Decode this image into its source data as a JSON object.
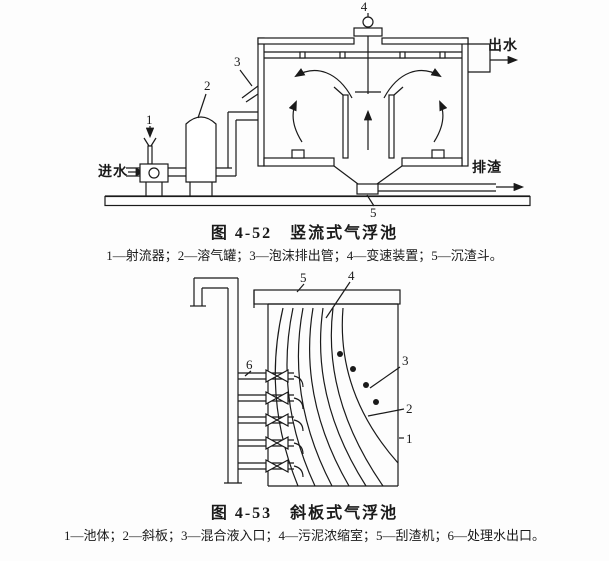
{
  "figure_452": {
    "caption": "图 4-52　竖流式气浮池",
    "legend": "1—射流器；2—溶气罐；3—泡沫排出管；4—变速装置；5—沉渣斗。",
    "labels": {
      "inlet": "进水",
      "outlet": "出水",
      "sludge_out": "排渣",
      "n1": "1",
      "n2": "2",
      "n3": "3",
      "n4": "4",
      "n5": "5"
    }
  },
  "figure_453": {
    "caption": "图 4-53　斜板式气浮池",
    "legend": "1—池体；2—斜板；3—混合液入口；4—污泥浓缩室；5—刮渣机；6—处理水出口。",
    "labels": {
      "n1": "1",
      "n2": "2",
      "n3": "3",
      "n4": "4",
      "n5": "5",
      "n6": "6"
    }
  }
}
